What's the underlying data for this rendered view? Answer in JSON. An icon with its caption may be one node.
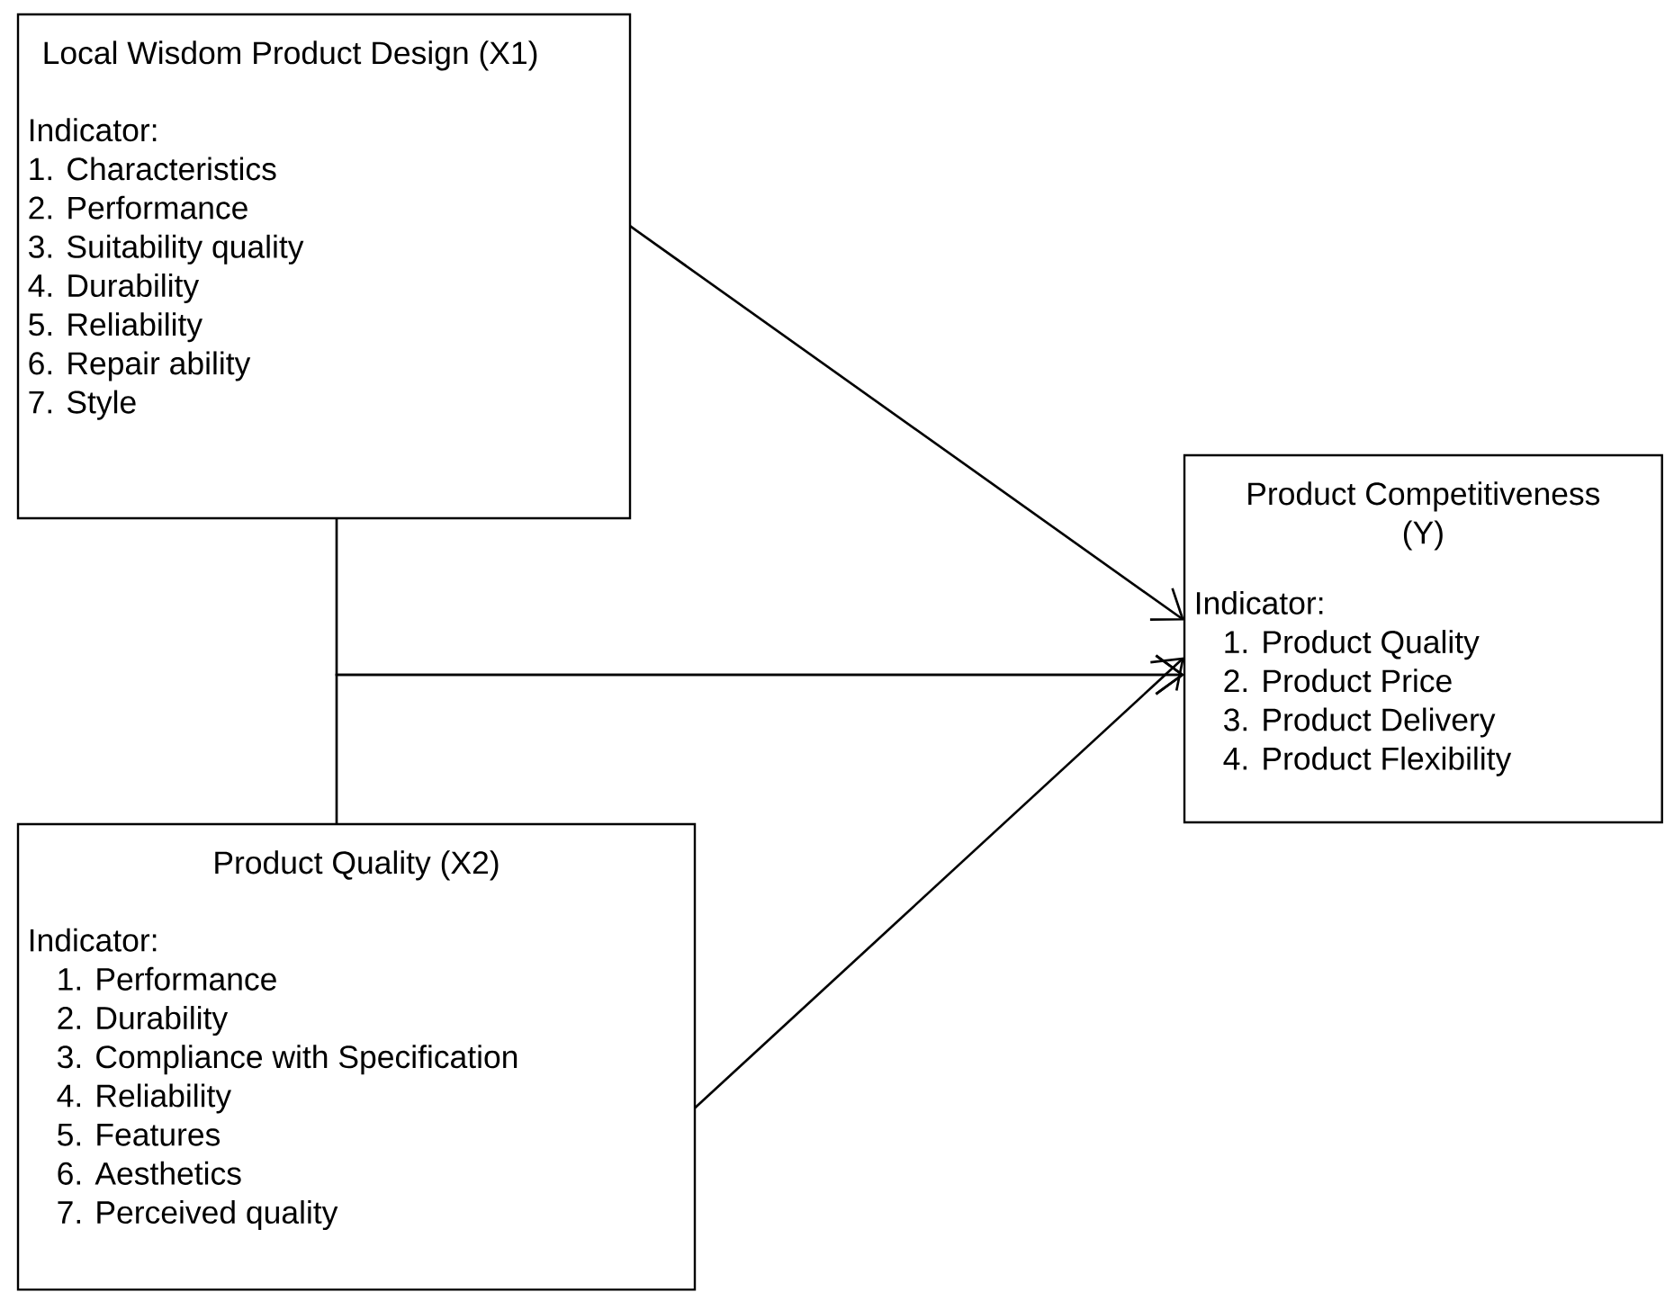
{
  "diagram": {
    "nodes": [
      {
        "text": [
          "Local Wisdom Product Design (X1)",
          "Indicator:",
          "1. Characteristics",
          "2. Performance",
          "3. Suitability quality",
          "4. Durability",
          "5. Reliability",
          "6. Repair ability",
          "7. Style"
        ]
      },
      {
        "text": [
          "Product Competitiveness (Y)",
          "Indicator:",
          "1. Product Quality",
          "2. Product Price",
          "3. Product Delivery",
          "4. Product Flexibility"
        ]
      },
      {
        "text": [
          "Product Quality (X2)",
          "Indicator:",
          "1. Performance",
          "2. Durability",
          "3. Compliance with Specification",
          "4. Reliability",
          "5. Features",
          "6. Aesthetics",
          "7. Perceived quality"
        ]
      }
    ],
    "edges": [
      {
        "from": 0,
        "to": 1,
        "arrow": "to"
      },
      {
        "from": 2,
        "to": 1,
        "arrow": "to"
      },
      {
        "from": 0,
        "to": 1,
        "arrow": "to"
      },
      {
        "from": 2,
        "to": 1,
        "arrow": "to"
      }
    ]
  }
}
